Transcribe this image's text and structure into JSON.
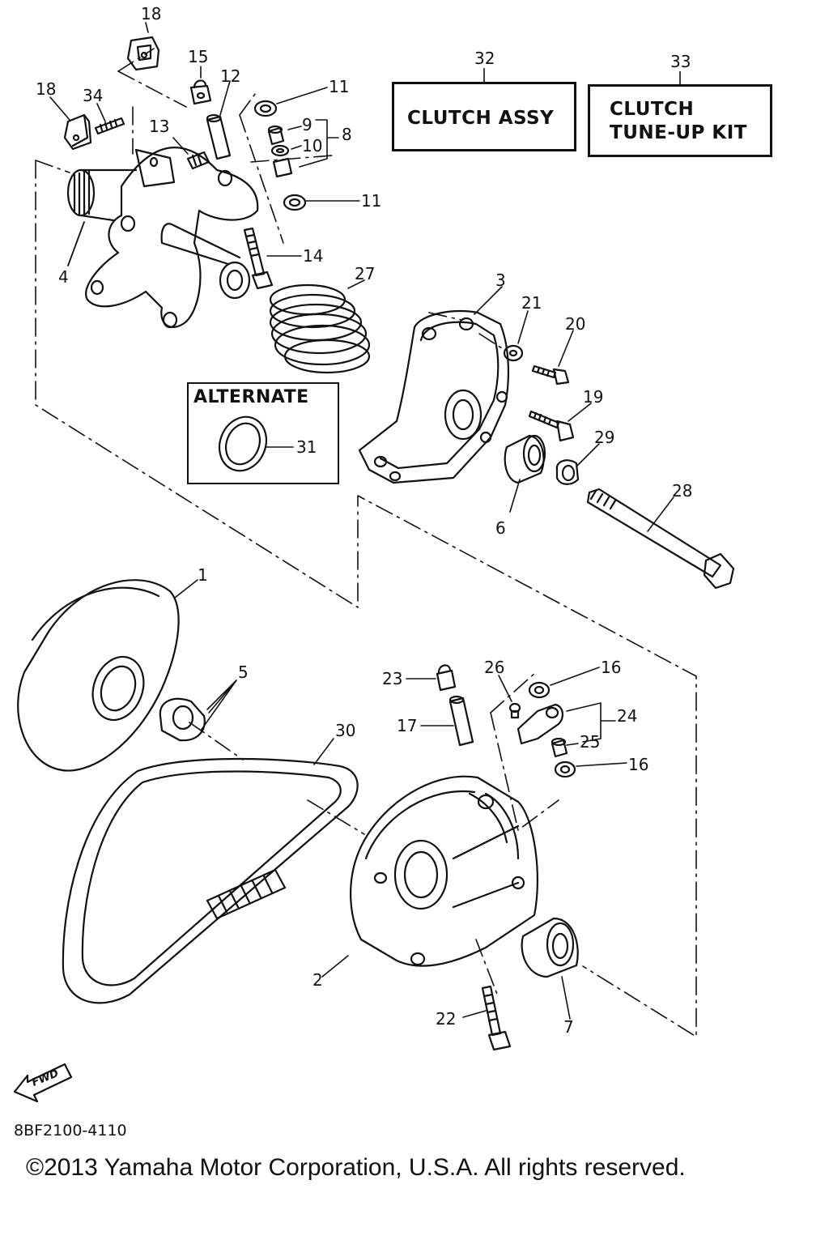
{
  "callouts": {
    "n1": "1",
    "n2": "2",
    "n3": "3",
    "n4": "4",
    "n5": "5",
    "n6": "6",
    "n7": "7",
    "n8": "8",
    "n9": "9",
    "n10": "10",
    "n11a": "11",
    "n11b": "11",
    "n12": "12",
    "n13": "13",
    "n14": "14",
    "n15": "15",
    "n16a": "16",
    "n16b": "16",
    "n17": "17",
    "n18a": "18",
    "n18b": "18",
    "n19": "19",
    "n20": "20",
    "n21": "21",
    "n22": "22",
    "n23": "23",
    "n24": "24",
    "n25": "25",
    "n26": "26",
    "n27": "27",
    "n28": "28",
    "n29": "29",
    "n30": "30",
    "n31": "31",
    "n32": "32",
    "n33": "33",
    "n34": "34"
  },
  "kits": {
    "assy_line1": "CLUTCH ASSY",
    "tune_line1": "CLUTCH",
    "tune_line2": "TUNE-UP KIT"
  },
  "alternate_label": "ALTERNATE",
  "fwd_label": "FWD",
  "figure_code": "8BF2100-4110",
  "copyright": "©2013 Yamaha Motor Corporation, U.S.A. All rights reserved."
}
